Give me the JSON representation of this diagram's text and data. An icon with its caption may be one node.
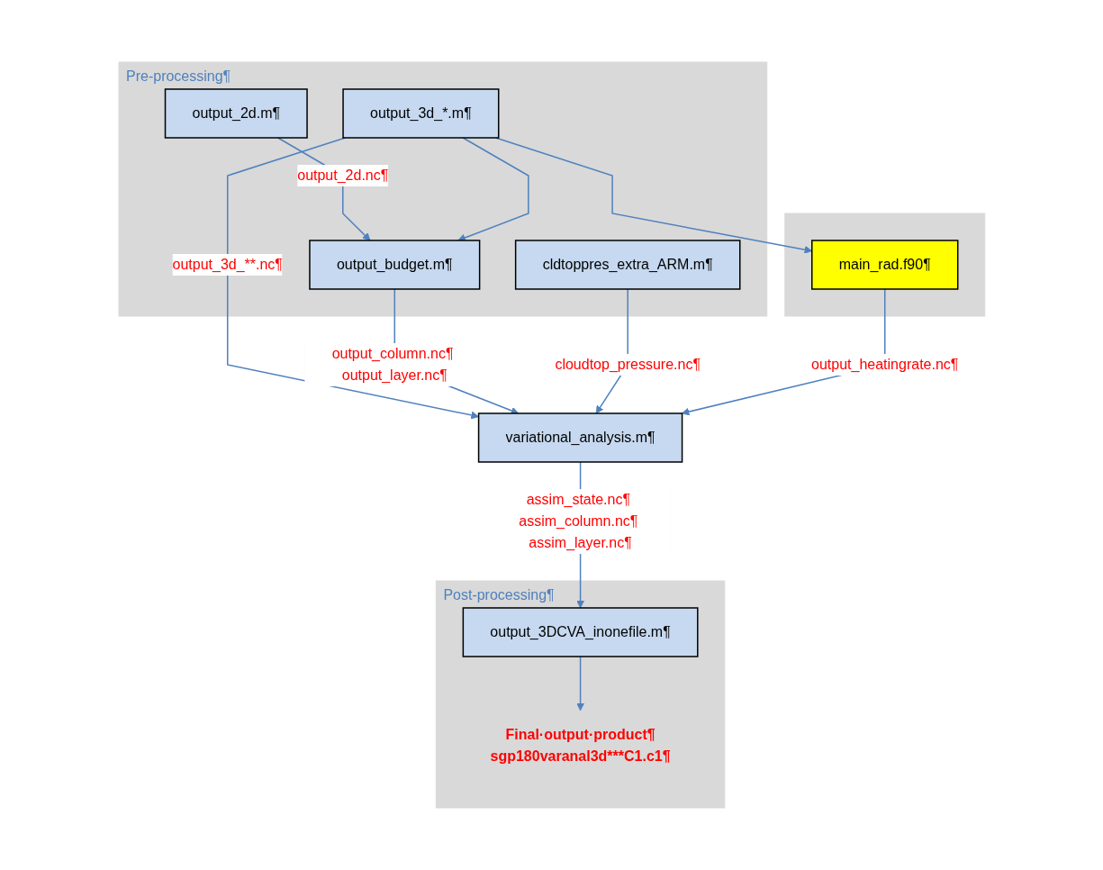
{
  "diagram": {
    "nodes": [
      {
        "text": [
          "Pre-processing¶"
        ]
      },
      {
        "text": [
          "output_2d.m¶"
        ],
        "in": 0
      },
      {
        "text": [
          "output_budget.m¶"
        ],
        "in": 0
      },
      {
        "text": [
          "output_3d_*.m¶"
        ],
        "in": 0
      },
      {
        "text": [
          "cldtoppres_extra_ARM.m¶"
        ],
        "in": 0
      },
      {
        "text": [],
        "shape": "box"
      },
      {
        "text": [
          "main_rad.f90¶"
        ],
        "in": 5
      },
      {
        "text": [
          "variational_analysis.m¶"
        ]
      },
      {
        "text": [
          "Post-processing¶"
        ]
      },
      {
        "text": [
          "output_3DCVA_inonefile.m¶"
        ],
        "in": 8
      },
      {
        "text": [
          "Final·output·product¶",
          "sgp180varanal3d***C1.c1¶"
        ],
        "in": 8
      }
    ],
    "edges": [
      {
        "from": 1,
        "to": 2,
        "arrow": "to",
        "label": "output_2d.nc¶"
      },
      {
        "from": 3,
        "to": 2,
        "arrow": "to"
      },
      {
        "from": 3,
        "to": 6,
        "arrow": "to"
      },
      {
        "from": 3,
        "to": 7,
        "arrow": "to",
        "label": "output_3d_**.nc¶"
      },
      {
        "from": 2,
        "to": 7,
        "arrow": "to",
        "label": "output_column.nc¶ output_layer.nc¶"
      },
      {
        "from": 4,
        "to": 7,
        "arrow": "to",
        "label": "cloudtop_pressure.nc¶"
      },
      {
        "from": 6,
        "to": 7,
        "arrow": "to",
        "label": "output_heatingrate.nc¶"
      },
      {
        "from": 7,
        "to": 9,
        "arrow": "to",
        "label": "assim_state.nc¶ assim_column.nc¶ assim_layer.nc¶"
      },
      {
        "from": 9,
        "to": 10,
        "arrow": "to"
      }
    ]
  }
}
